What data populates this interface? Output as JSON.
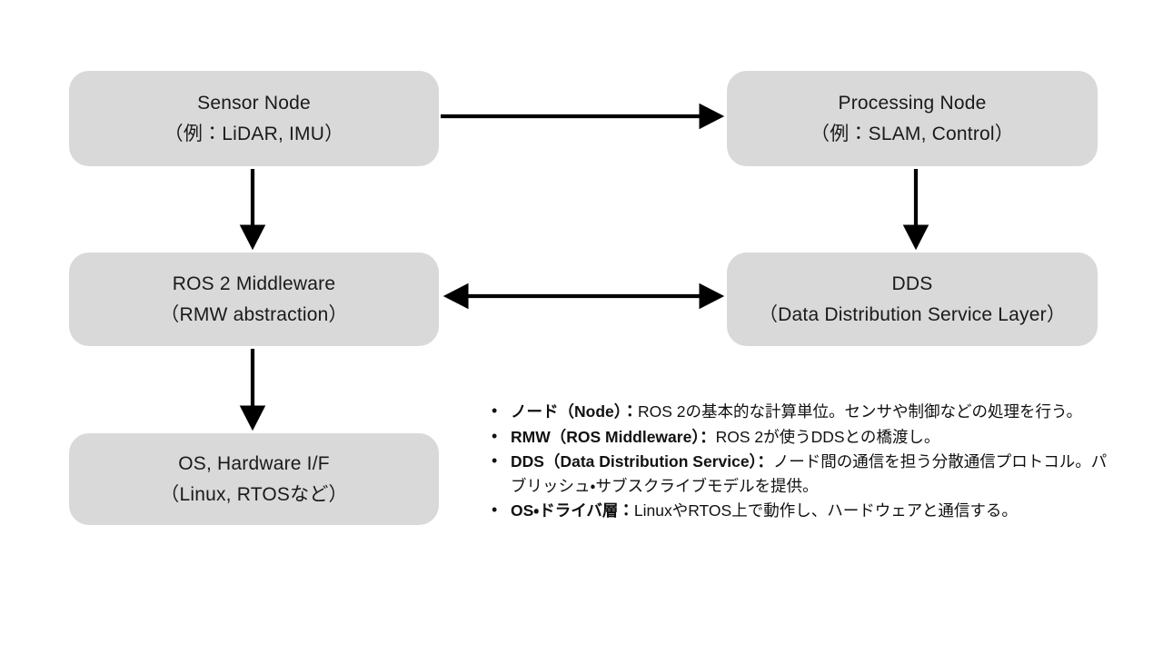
{
  "diagram": {
    "title": "ROS 2 architecture layered diagram",
    "palette": {
      "box_fill": "#d9d9d9",
      "arrow": "#000000",
      "text": "#1a1a1a",
      "background": "#ffffff"
    },
    "nodes": [
      {
        "id": "sensor",
        "line1": "Sensor Node",
        "line2": "（例：LiDAR, IMU）"
      },
      {
        "id": "processing",
        "line1": "Processing Node",
        "line2": "（例：SLAM, Control）"
      },
      {
        "id": "rmw",
        "line1": "ROS 2 Middleware",
        "line2": "（RMW abstraction）"
      },
      {
        "id": "dds",
        "line1": "DDS",
        "line2": "（Data Distribution Service Layer）"
      },
      {
        "id": "os",
        "line1": "OS, Hardware I/F",
        "line2": "（Linux, RTOSなど）"
      }
    ],
    "connections": [
      {
        "id": "sensor-to-processing",
        "from": "sensor",
        "to": "processing",
        "direction": "right",
        "heads": 1
      },
      {
        "id": "sensor-to-rmw",
        "from": "sensor",
        "to": "rmw",
        "direction": "down",
        "heads": 1
      },
      {
        "id": "processing-to-dds",
        "from": "processing",
        "to": "dds",
        "direction": "down",
        "heads": 1
      },
      {
        "id": "rmw-to-dds",
        "from": "rmw",
        "to": "dds",
        "direction": "both",
        "heads": 2
      },
      {
        "id": "rmw-to-os",
        "from": "rmw",
        "to": "os",
        "direction": "down",
        "heads": 1
      }
    ]
  },
  "legend": {
    "items": [
      {
        "term": "ノード（Node）",
        "separator": "：",
        "desc": "ROS 2の基本的な計算単位。センサや制御などの処理を行う。"
      },
      {
        "term": "RMW（ROS Middleware）",
        "separator": "：",
        "desc": "ROS 2が使うDDSとの橋渡し。"
      },
      {
        "term": "DDS（Data Distribution Service）",
        "separator": "：",
        "desc": "ノード間の通信を担う分散通信プロトコル。パブリッシュ・サブスクライブモデルを提供。"
      },
      {
        "term": "OS・ドライバ層",
        "separator": "：",
        "desc": "LinuxやRTOS上で動作し、ハードウェアと通信する。"
      }
    ]
  }
}
